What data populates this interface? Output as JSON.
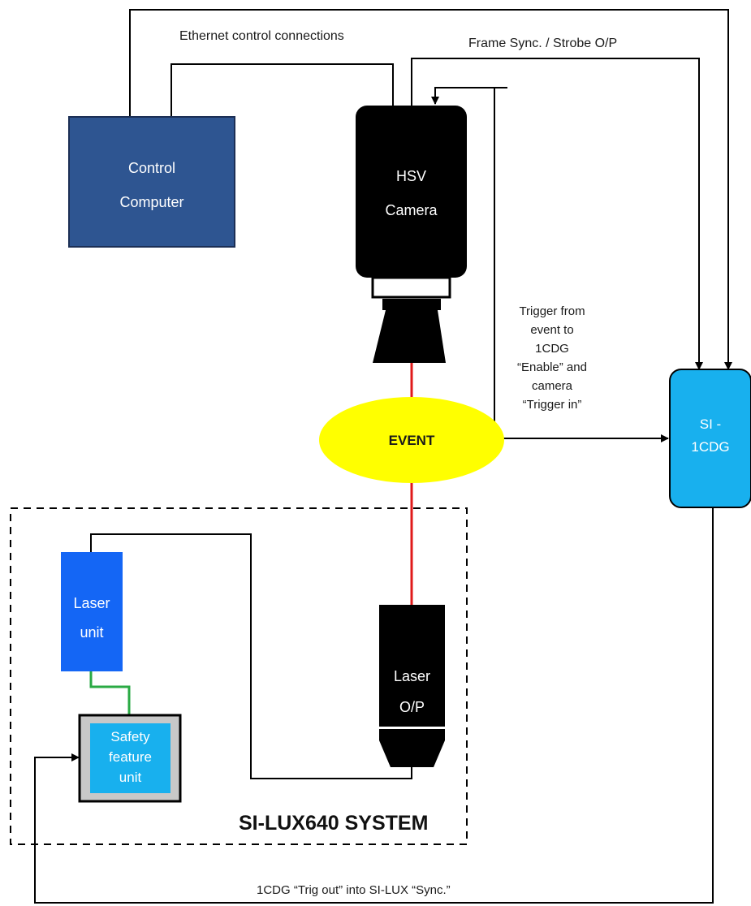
{
  "diagram": {
    "connections": {
      "ethernet": "Ethernet control connections",
      "frame_sync": "Frame Sync. / Strobe O/P",
      "trigger_note": [
        "Trigger from",
        "event to",
        "1CDG",
        "“Enable” and",
        "camera",
        "“Trigger in”"
      ],
      "trig_out": "1CDG “Trig out” into SI-LUX “Sync.”"
    },
    "nodes": {
      "control_computer": [
        "Control",
        "Computer"
      ],
      "hsv_camera": [
        "HSV",
        "Camera"
      ],
      "event": "EVENT",
      "si_1cdg": [
        "SI -",
        "1CDG"
      ],
      "laser_unit": [
        "Laser",
        "unit"
      ],
      "laser_op": [
        "Laser",
        "O/P"
      ],
      "safety_unit": [
        "Safety",
        "feature",
        "unit"
      ],
      "system_label": "SI-LUX640 SYSTEM"
    },
    "colors": {
      "computer_fill": "#2e5591",
      "camera_fill": "#000000",
      "event_fill": "#ffff00",
      "cdg_fill": "#18b0ee",
      "laser_fill": "#1466f5",
      "safety_outer": "#c8c8c8",
      "safety_inner": "#18b0ee",
      "beam": "#e01b1b",
      "fiber": "#2aaa44"
    }
  }
}
